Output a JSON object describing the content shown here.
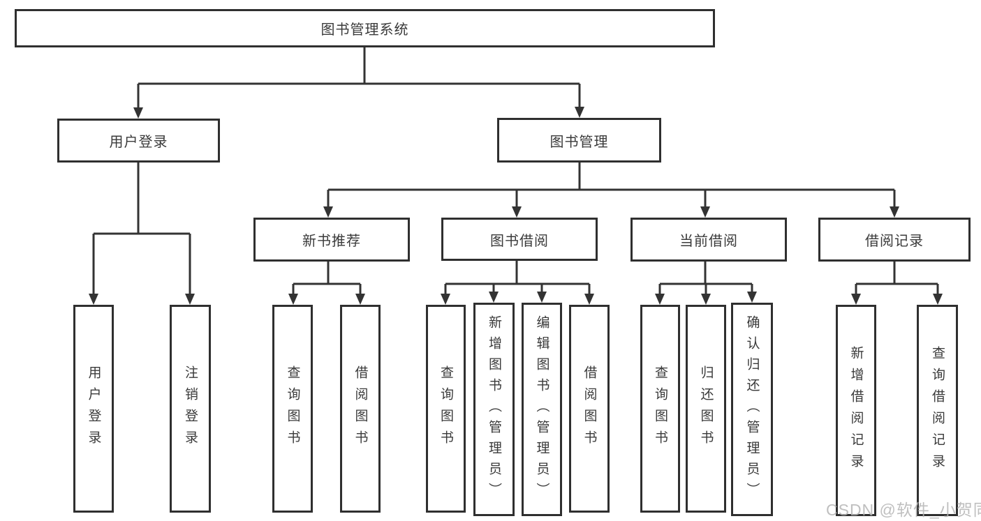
{
  "tree": {
    "root": {
      "label": "图书管理系统"
    },
    "branches": [
      {
        "label": "用户登录",
        "children": [
          {
            "label": "用户登录"
          },
          {
            "label": "注销登录"
          }
        ]
      },
      {
        "label": "图书管理",
        "groups": [
          {
            "label": "新书推荐",
            "children": [
              {
                "label": "查询图书"
              },
              {
                "label": "借阅图书"
              }
            ]
          },
          {
            "label": "图书借阅",
            "children": [
              {
                "label": "查询图书"
              },
              {
                "label": "新增图书（管理员）"
              },
              {
                "label": "编辑图书（管理员）"
              },
              {
                "label": "借阅图书"
              }
            ]
          },
          {
            "label": "当前借阅",
            "children": [
              {
                "label": "查询图书"
              },
              {
                "label": "归还图书"
              },
              {
                "label": "确认归还（管理员）"
              }
            ]
          },
          {
            "label": "借阅记录",
            "children": [
              {
                "label": "新增借阅记录"
              },
              {
                "label": "查询借阅记录"
              }
            ]
          }
        ]
      }
    ]
  },
  "watermark": {
    "text": "CSDN @软件_小贺同学"
  },
  "colors": {
    "line": "#333333",
    "text": "#3a3a3a",
    "box_background": "#ffffff",
    "watermark": "#b5b5b5",
    "page_background": "#ffffff"
  }
}
